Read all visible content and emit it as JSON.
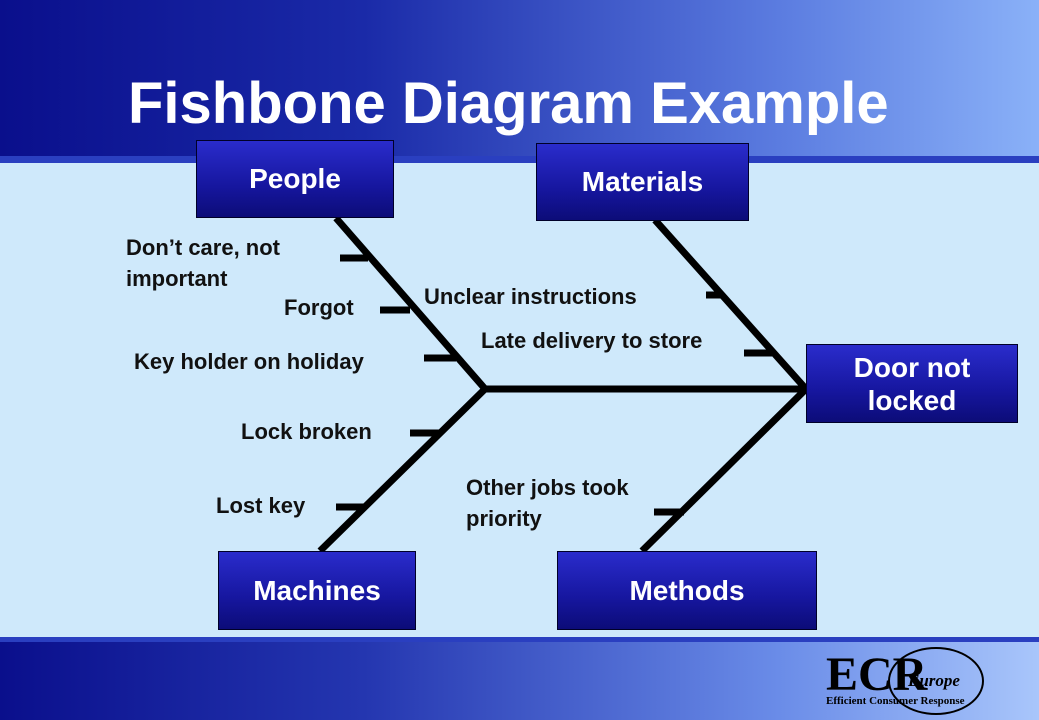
{
  "title": "Fishbone Diagram Example",
  "effect": "Door not locked",
  "categories": {
    "people": "People",
    "materials": "Materials",
    "machines": "Machines",
    "methods": "Methods"
  },
  "causes": {
    "people": [
      "Don’t care, not important",
      "Forgot",
      "Key holder on holiday"
    ],
    "materials": [
      "Unclear instructions",
      "Late delivery to store"
    ],
    "machines": [
      "Lock broken",
      "Lost key"
    ],
    "methods": [
      "Other jobs took priority"
    ]
  },
  "logo": {
    "letters": "ECR",
    "region": "Europe",
    "tagline": "Efficient Consumer Response"
  },
  "colors": {
    "box_fill": "#16169e",
    "line": "#000000",
    "background": "#cfe9fb"
  }
}
